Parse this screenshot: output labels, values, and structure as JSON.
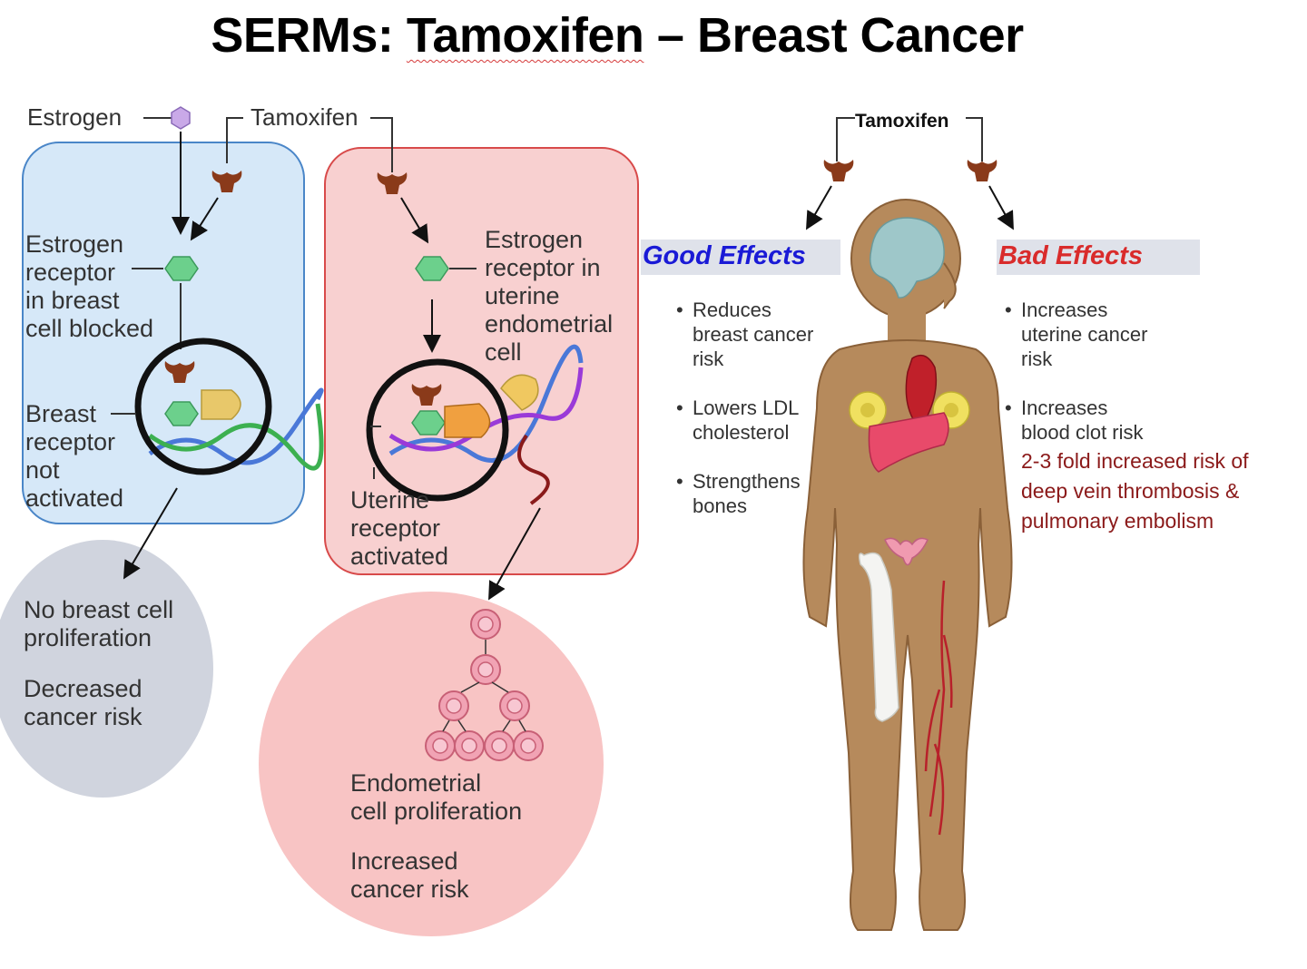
{
  "title_prefix": "SERMs: ",
  "title_drug": "Tamoxifen",
  "title_suffix": " – Breast Cancer",
  "legend": {
    "estrogen": "Estrogen",
    "tamoxifen": "Tamoxifen"
  },
  "breast_panel": {
    "receptor_label": [
      "Estrogen",
      "receptor",
      "in breast",
      "cell blocked"
    ],
    "state_label": [
      "Breast",
      "receptor",
      "not",
      "activated"
    ],
    "outcome": [
      "No breast cell",
      "proliferation"
    ],
    "outcome_risk": [
      "Decreased",
      "cancer risk"
    ]
  },
  "uterine_panel": {
    "receptor_label": [
      "Estrogen",
      "receptor in",
      "uterine",
      "endometrial",
      "cell"
    ],
    "state_label": [
      "Uterine",
      "receptor",
      "activated"
    ],
    "outcome": [
      "Endometrial",
      "cell proliferation"
    ],
    "outcome_risk": [
      "Increased",
      "cancer risk"
    ]
  },
  "body_panel": {
    "drug_label": "Tamoxifen",
    "good_heading": "Good Effects",
    "bad_heading": "Bad Effects",
    "good_effects": [
      [
        "Reduces",
        "breast cancer",
        "risk"
      ],
      [
        "Lowers LDL",
        "cholesterol"
      ],
      [
        "Strengthens",
        "bones"
      ]
    ],
    "bad_effects": [
      [
        "Increases",
        "uterine cancer",
        "risk"
      ],
      [
        "Increases",
        "blood clot risk"
      ]
    ],
    "bad_note": [
      "2-3 fold increased risk of",
      "deep vein thrombosis &",
      "pulmonary embolism"
    ]
  },
  "colors": {
    "good": "#1a1ad6",
    "bad": "#d92b2b",
    "note": "#8b1a1a",
    "breast_box": "#d6e8f8",
    "uterine_box": "#f8d0d0",
    "skin": "#b68a5c",
    "tamoxifen": "#8a3a1a",
    "estrogen": "#c9a9e8"
  }
}
